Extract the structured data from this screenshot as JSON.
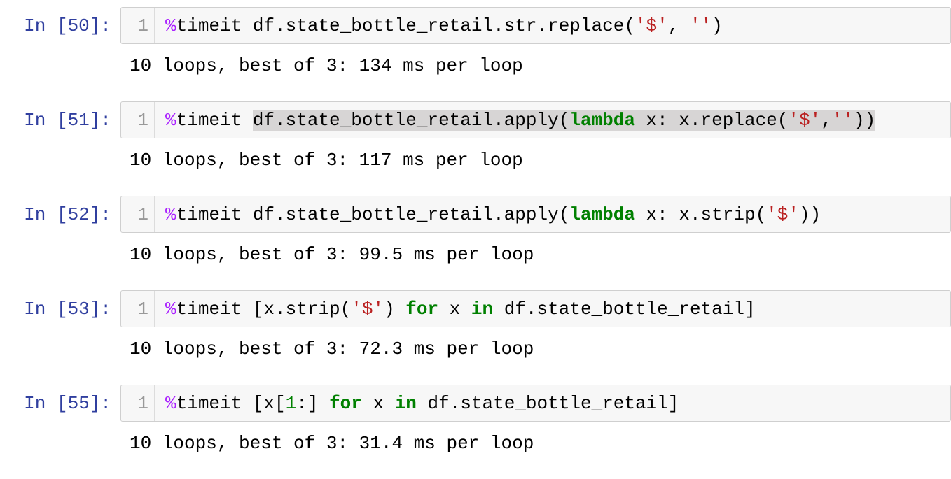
{
  "app": "jupyter-notebook",
  "colors": {
    "prompt_blue": "#303F9F",
    "magic_purple": "#AA22FF",
    "keyword_green": "#008000",
    "number_green": "#008000",
    "string_red": "#BA2121",
    "cell_background": "#F7F7F7",
    "cell_border": "#CFCFCF",
    "gutter_gray": "#999999",
    "selection_gray": "#D7D5D5"
  },
  "cells": [
    {
      "prompt": "In [50]:",
      "line_number": "1",
      "source": "%timeit df.state_bottle_retail.str.replace('$', '')",
      "tokens": [
        {
          "c": "magic",
          "s": "%"
        },
        {
          "c": "plain",
          "s": "timeit df.state_bottle_retail.str.replace("
        },
        {
          "c": "str",
          "s": "'$'"
        },
        {
          "c": "plain",
          "s": ", "
        },
        {
          "c": "str",
          "s": "''"
        },
        {
          "c": "plain",
          "s": ")"
        }
      ],
      "output": "10 loops, best of 3: 134 ms per loop"
    },
    {
      "prompt": "In [51]:",
      "line_number": "1",
      "source": "%timeit df.state_bottle_retail.apply(lambda x: x.replace('$',''))",
      "tokens": [
        {
          "c": "magic",
          "s": "%"
        },
        {
          "c": "plain",
          "s": "timeit "
        },
        {
          "c": "plain",
          "s": "df.state_bottle_retail.apply(",
          "sel": true
        },
        {
          "c": "kw",
          "s": "lambda",
          "sel": true
        },
        {
          "c": "plain",
          "s": " x: x.replace(",
          "sel": true
        },
        {
          "c": "str",
          "s": "'$'",
          "sel": true
        },
        {
          "c": "plain",
          "s": ",",
          "sel": true
        },
        {
          "c": "str",
          "s": "''",
          "sel": true
        },
        {
          "c": "plain",
          "s": "))",
          "sel": true
        }
      ],
      "output": "10 loops, best of 3: 117 ms per loop"
    },
    {
      "prompt": "In [52]:",
      "line_number": "1",
      "source": "%timeit df.state_bottle_retail.apply(lambda x: x.strip('$'))",
      "tokens": [
        {
          "c": "magic",
          "s": "%"
        },
        {
          "c": "plain",
          "s": "timeit df.state_bottle_retail.apply("
        },
        {
          "c": "kw",
          "s": "lambda"
        },
        {
          "c": "plain",
          "s": " x: x.strip("
        },
        {
          "c": "str",
          "s": "'$'"
        },
        {
          "c": "plain",
          "s": "))"
        }
      ],
      "output": "10 loops, best of 3: 99.5 ms per loop"
    },
    {
      "prompt": "In [53]:",
      "line_number": "1",
      "source": "%timeit [x.strip('$') for x in df.state_bottle_retail]",
      "tokens": [
        {
          "c": "magic",
          "s": "%"
        },
        {
          "c": "plain",
          "s": "timeit [x.strip("
        },
        {
          "c": "str",
          "s": "'$'"
        },
        {
          "c": "plain",
          "s": ") "
        },
        {
          "c": "kw",
          "s": "for"
        },
        {
          "c": "plain",
          "s": " x "
        },
        {
          "c": "kw",
          "s": "in"
        },
        {
          "c": "plain",
          "s": " df.state_bottle_retail]"
        }
      ],
      "output": "10 loops, best of 3: 72.3 ms per loop"
    },
    {
      "prompt": "In [55]:",
      "line_number": "1",
      "source": "%timeit [x[1:] for x in df.state_bottle_retail]",
      "tokens": [
        {
          "c": "magic",
          "s": "%"
        },
        {
          "c": "plain",
          "s": "timeit [x["
        },
        {
          "c": "num",
          "s": "1"
        },
        {
          "c": "plain",
          "s": ":] "
        },
        {
          "c": "kw",
          "s": "for"
        },
        {
          "c": "plain",
          "s": " x "
        },
        {
          "c": "kw",
          "s": "in"
        },
        {
          "c": "plain",
          "s": " df.state_bottle_retail]"
        }
      ],
      "output": "10 loops, best of 3: 31.4 ms per loop"
    }
  ]
}
